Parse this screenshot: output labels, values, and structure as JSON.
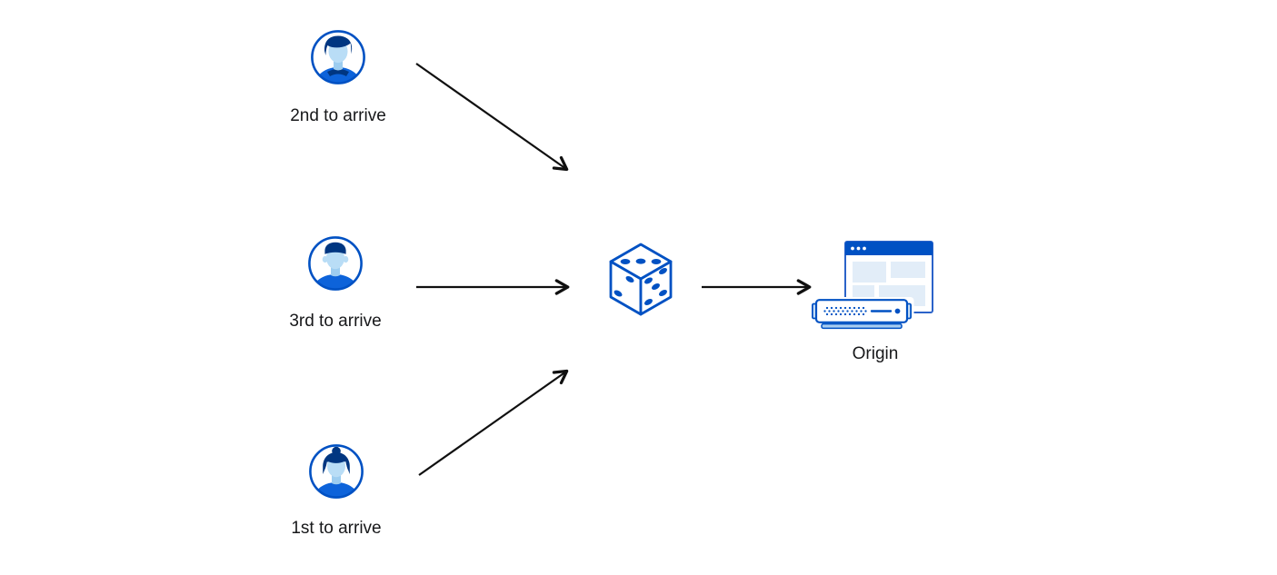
{
  "diagram": {
    "colors": {
      "primary_blue": "#0051c3",
      "navy_hair": "#003681",
      "face_blue": "#b9ddf6",
      "shirt_blue": "#0d63da",
      "pale_block_blue": "#e2edf8",
      "server_tab_blue": "#cfe4f8",
      "server_base_blue": "#a8cdf1",
      "arrow_black": "#101010",
      "label_text": "#17181a",
      "background": "#ffffff"
    },
    "clients": [
      {
        "label": "2nd to arrive",
        "icon": "male-avatar-swept-hair-icon"
      },
      {
        "label": "3rd to arrive",
        "icon": "male-avatar-flat-top-icon"
      },
      {
        "label": "1st to arrive",
        "icon": "female-avatar-bun-icon"
      }
    ],
    "randomizer": {
      "icon": "dice-icon"
    },
    "origin": {
      "label": "Origin",
      "icon": "browser-window-and-server-icon"
    },
    "arrows": [
      {
        "name": "arrow-client-2nd-to-dice"
      },
      {
        "name": "arrow-client-3rd-to-dice"
      },
      {
        "name": "arrow-client-1st-to-dice"
      },
      {
        "name": "arrow-dice-to-origin"
      }
    ]
  }
}
